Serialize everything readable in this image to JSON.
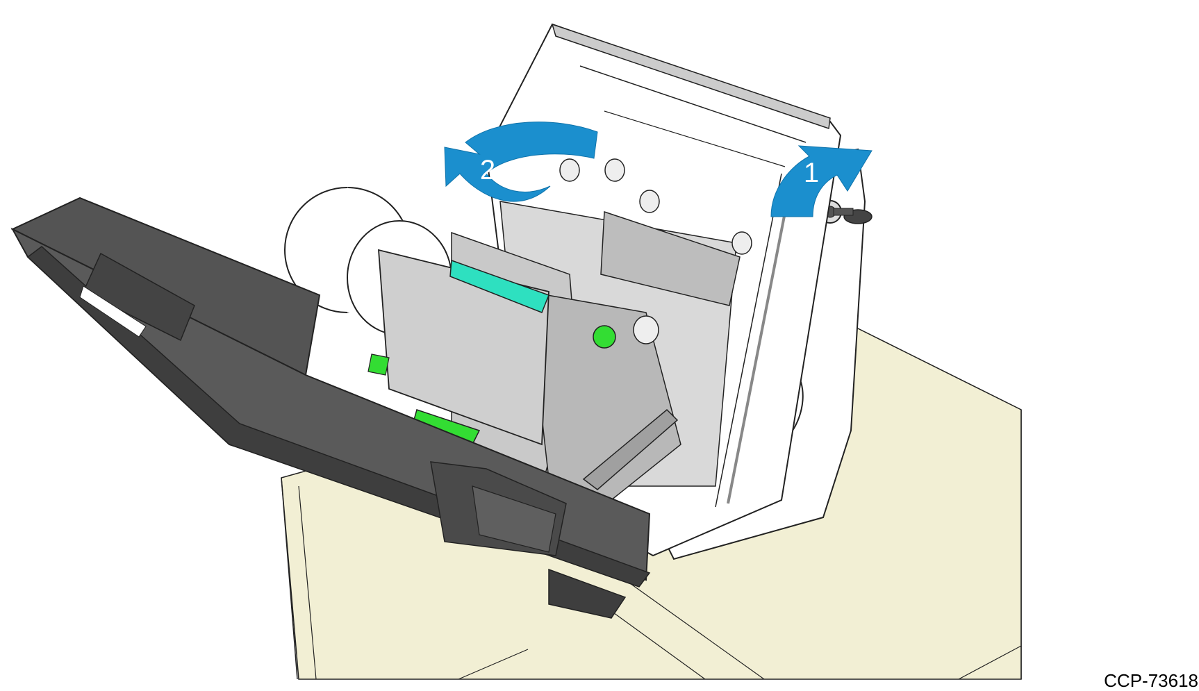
{
  "figure": {
    "id_label": "CCP-73618"
  },
  "steps": [
    {
      "number": "1",
      "action": "unlock-and-lift-top-cover"
    },
    {
      "number": "2",
      "action": "swing-cover-open"
    }
  ],
  "colors": {
    "arrow_blue": "#1b8fce",
    "arrow_blue_dark": "#0f73ab",
    "table_fill": "#f2efd4",
    "bezel_dark": "#545454",
    "bezel_edge": "#3e3e3e",
    "cabinet_white": "#ffffff",
    "mechanism_gray": "#c9c9c9",
    "mechanism_dark": "#a0a0a0",
    "highlight_green": "#33dd33",
    "highlight_teal": "#2ee0c0",
    "paper_white": "#ffffff",
    "line": "#222222"
  },
  "icons": {
    "lock": "key-lock-icon",
    "arrow": "curved-arrow-icon"
  }
}
